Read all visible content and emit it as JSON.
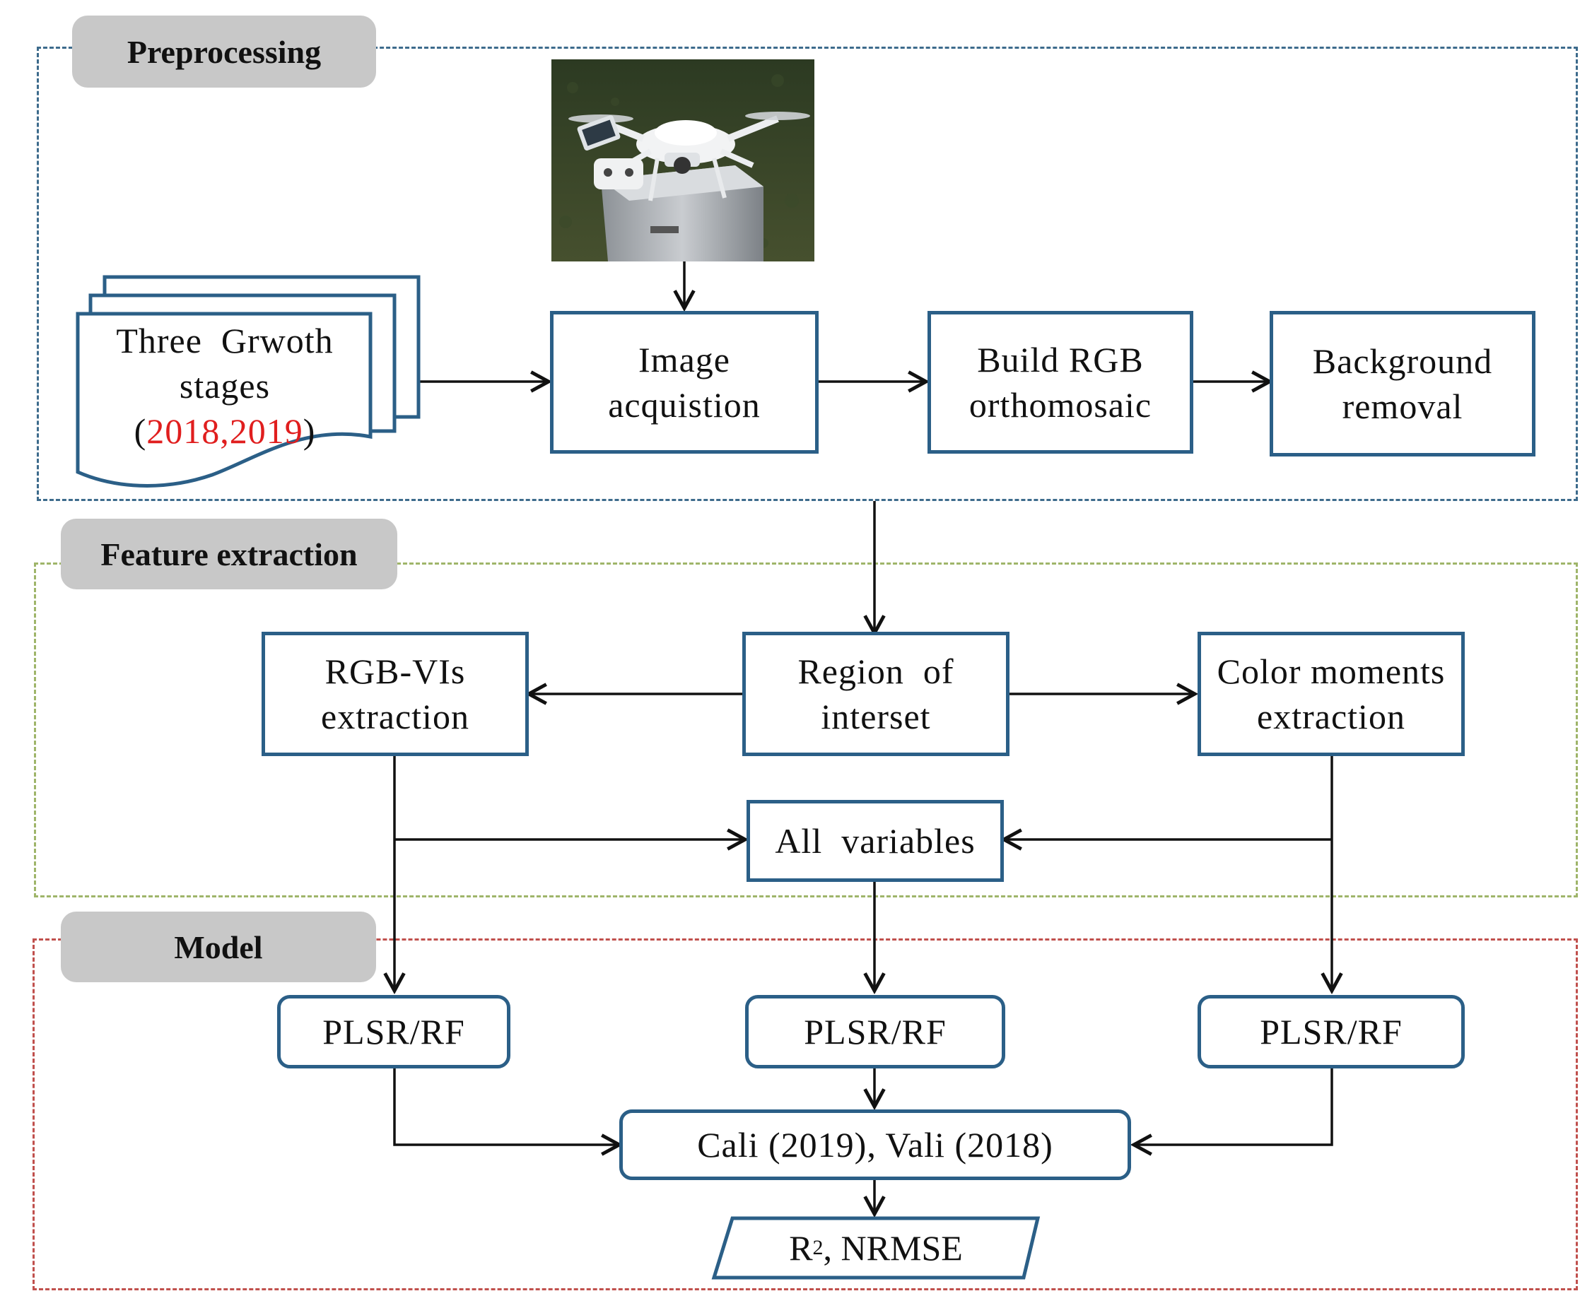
{
  "sections": {
    "preprocessing": "Preprocessing",
    "feature_extraction": "Feature extraction",
    "model": "Model"
  },
  "colors": {
    "preprocessing_frame": "#3d6b8c",
    "feature_frame": "#9fb56a",
    "model_frame": "#c0504d",
    "box_border": "#2b5f87",
    "label_bg": "#c8c8c8",
    "highlight": "#e01e1e"
  },
  "nodes": {
    "growth_stages": {
      "line1": "Three  Grwoth",
      "line2": "stages",
      "years_open": "(",
      "years": "2018,2019",
      "years_close": ")"
    },
    "image_acquisition": {
      "line1": "Image",
      "line2": "acquistion"
    },
    "build_orthomosaic": {
      "line1": "Build RGB",
      "line2": "orthomosaic"
    },
    "background_removal": {
      "line1": "Background",
      "line2": "removal"
    },
    "region_of_interest": {
      "line1": "Region  of",
      "line2": "interset"
    },
    "rgb_vis": {
      "line1": "RGB-VIs",
      "line2": "extraction"
    },
    "color_moments": {
      "line1": "Color moments",
      "line2": "extraction"
    },
    "all_variables": {
      "label": "All  variables"
    },
    "plsr_left": {
      "label": "PLSR/RF"
    },
    "plsr_mid": {
      "label": "PLSR/RF"
    },
    "plsr_right": {
      "label": "PLSR/RF"
    },
    "cali_vali": {
      "label": "Cali (2019), Vali (2018)"
    },
    "metrics": {
      "r": "R",
      "sup": "2",
      "rest": ", NRMSE"
    }
  },
  "photo": {
    "icon": "drone-photo-icon"
  }
}
